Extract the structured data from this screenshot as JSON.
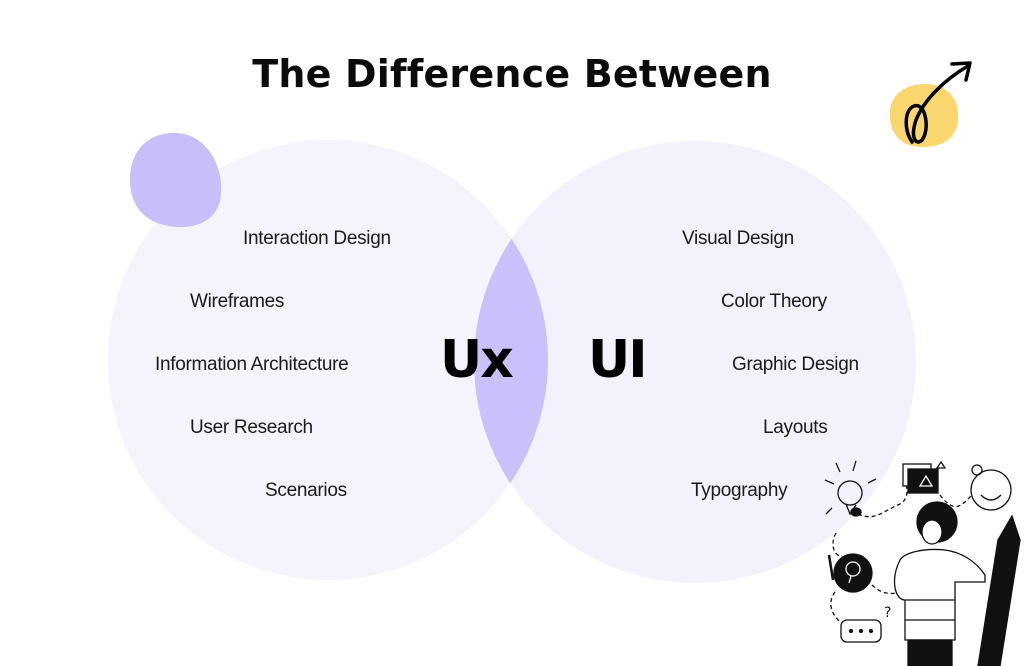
{
  "title": "The Difference Between",
  "colors": {
    "background": "#ffffff",
    "circle_fill": "#f4f4fd",
    "overlap_fill": "#c9c1fb",
    "blob_purple": "#c7bffa",
    "blob_yellow": "#f9d66e",
    "text": "#1a1a1a"
  },
  "ux": {
    "label": "Ux",
    "items": [
      "Interaction Design",
      "Wireframes",
      "Information Architecture",
      "User Research",
      "Scenarios"
    ]
  },
  "ui": {
    "label": "UI",
    "items": [
      "Visual Design",
      "Color Theory",
      "Graphic Design",
      "Layouts",
      "Typography"
    ]
  },
  "icons": [
    "purple-blob-icon",
    "yellow-blob-arrow-icon",
    "designer-illustration"
  ]
}
